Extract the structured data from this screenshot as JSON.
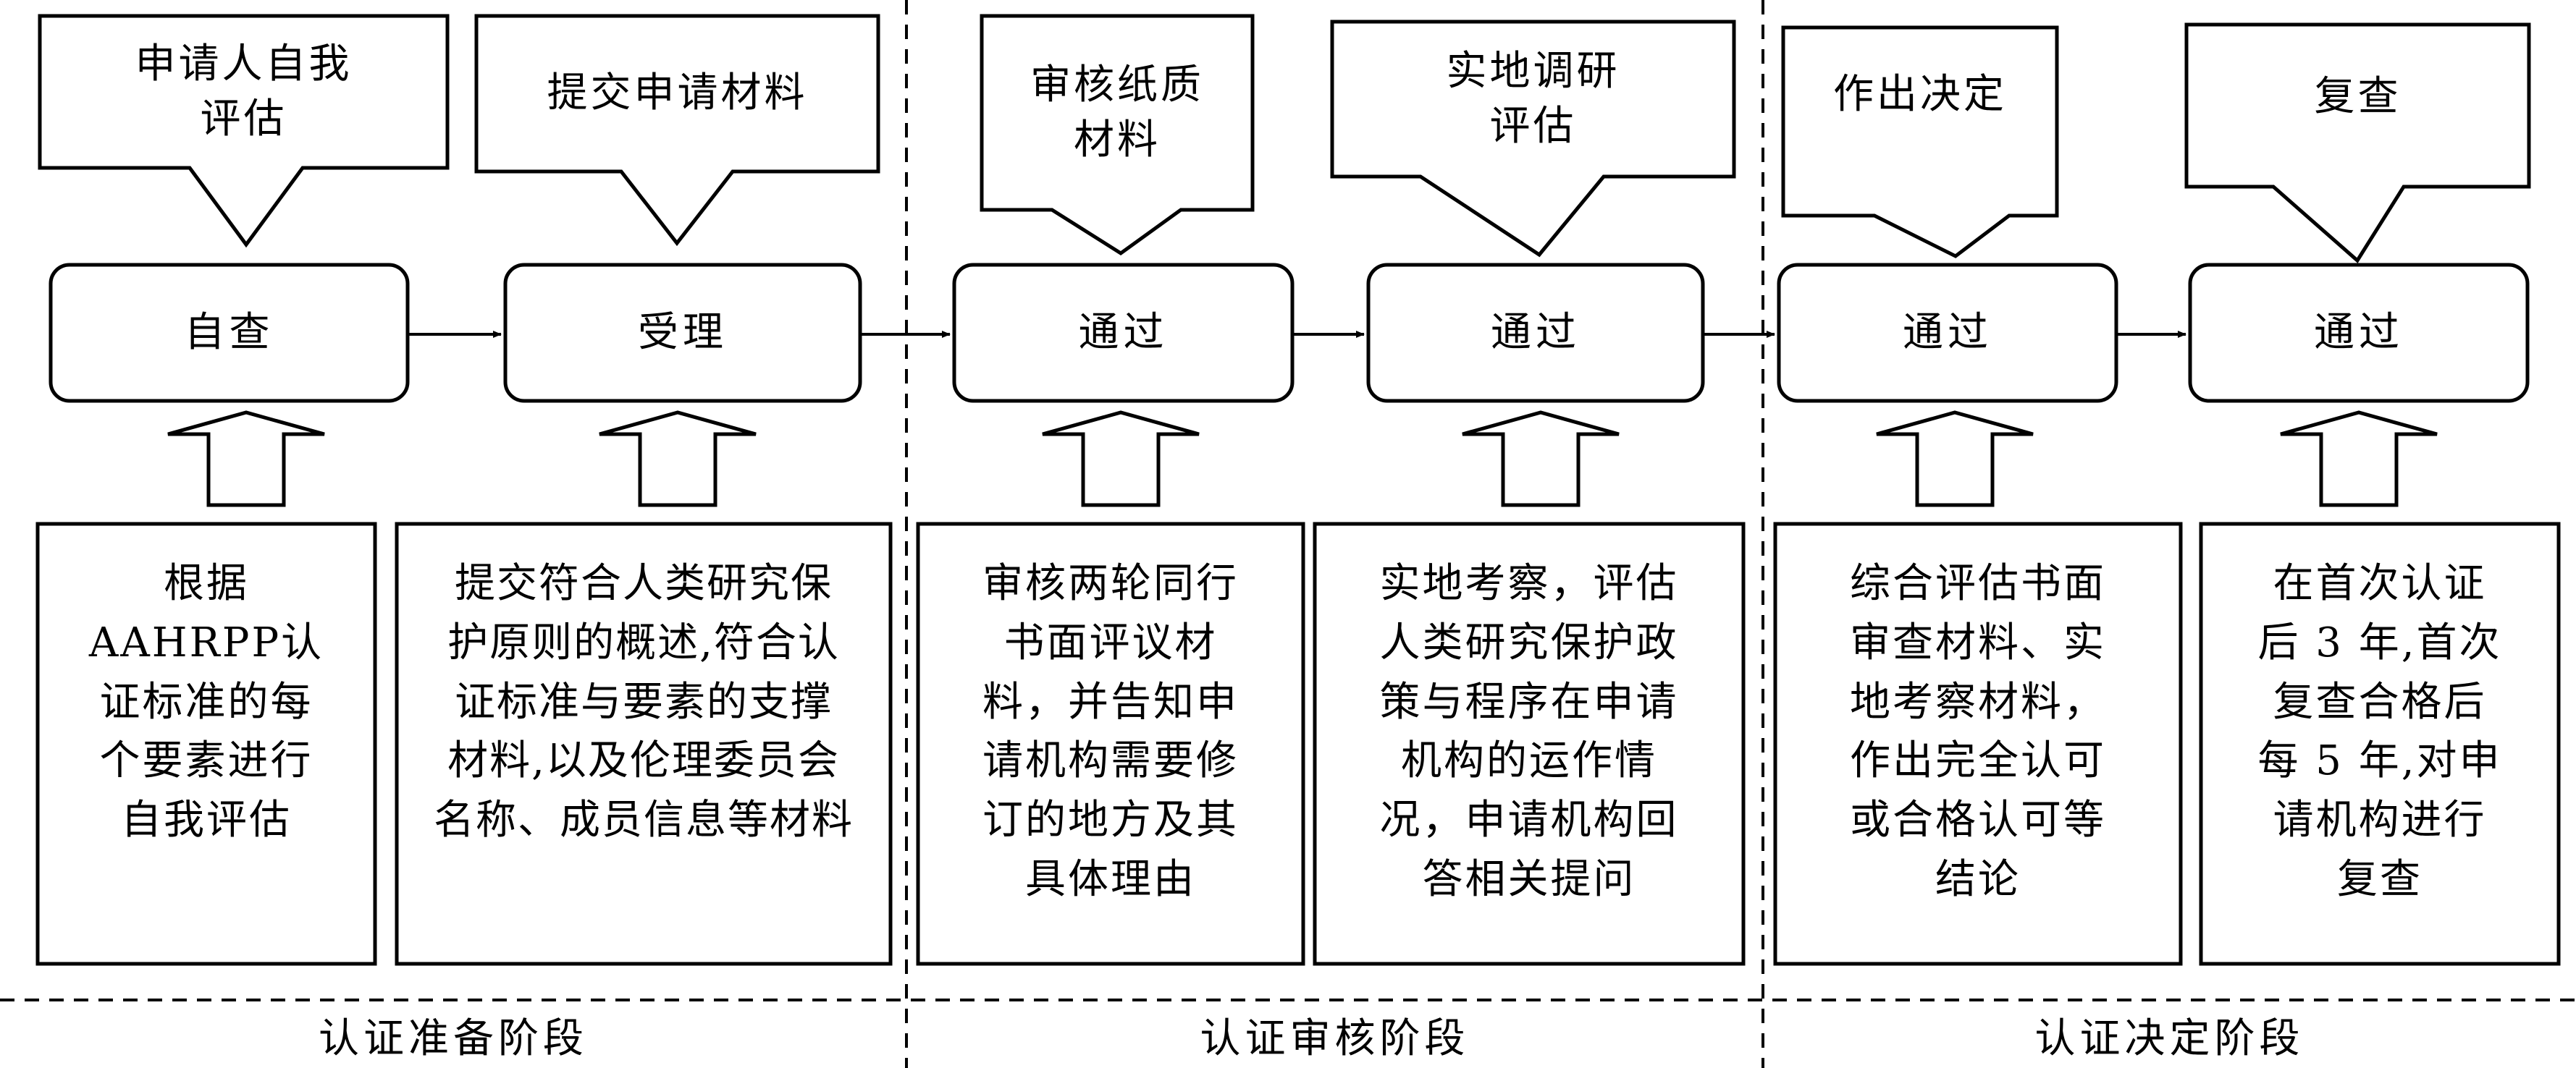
{
  "callouts": [
    {
      "lines": [
        "申请人自我",
        "评估"
      ]
    },
    {
      "lines": [
        "提交申请材料"
      ]
    },
    {
      "lines": [
        "审核纸质",
        "材料"
      ]
    },
    {
      "lines": [
        "实地调研",
        "评估"
      ]
    },
    {
      "lines": [
        "作出决定"
      ]
    },
    {
      "lines": [
        "复查"
      ]
    }
  ],
  "nodes": [
    {
      "label": "自查"
    },
    {
      "label": "受理"
    },
    {
      "label": "通过"
    },
    {
      "label": "通过"
    },
    {
      "label": "通过"
    },
    {
      "label": "通过"
    }
  ],
  "descriptions": [
    {
      "lines": [
        "根据",
        "AAHRPP认",
        "证标准的每",
        "个要素进行",
        "自我评估"
      ]
    },
    {
      "lines": [
        "提交符合人类研究保",
        "护原则的概述,符合认",
        "证标准与要素的支撑",
        "材料,以及伦理委员会",
        "名称、成员信息等材料"
      ]
    },
    {
      "lines": [
        "审核两轮同行",
        "书面评议材",
        "料，并告知申",
        "请机构需要修",
        "订的地方及其",
        "具体理由"
      ]
    },
    {
      "lines": [
        "实地考察，评估",
        "人类研究保护政",
        "策与程序在申请",
        "机构的运作情",
        "况，申请机构回",
        "答相关提问"
      ]
    },
    {
      "lines": [
        "综合评估书面",
        "审查材料、实",
        "地考察材料，",
        "作出完全认可",
        "或合格认可等",
        "结论"
      ]
    },
    {
      "lines": [
        "在首次认证",
        "后 3 年,首次",
        "复查合格后",
        "每 5 年,对申",
        "请机构进行",
        "复查"
      ]
    }
  ],
  "stages": [
    {
      "label": "认证准备阶段"
    },
    {
      "label": "认证审核阶段"
    },
    {
      "label": "认证决定阶段"
    }
  ]
}
